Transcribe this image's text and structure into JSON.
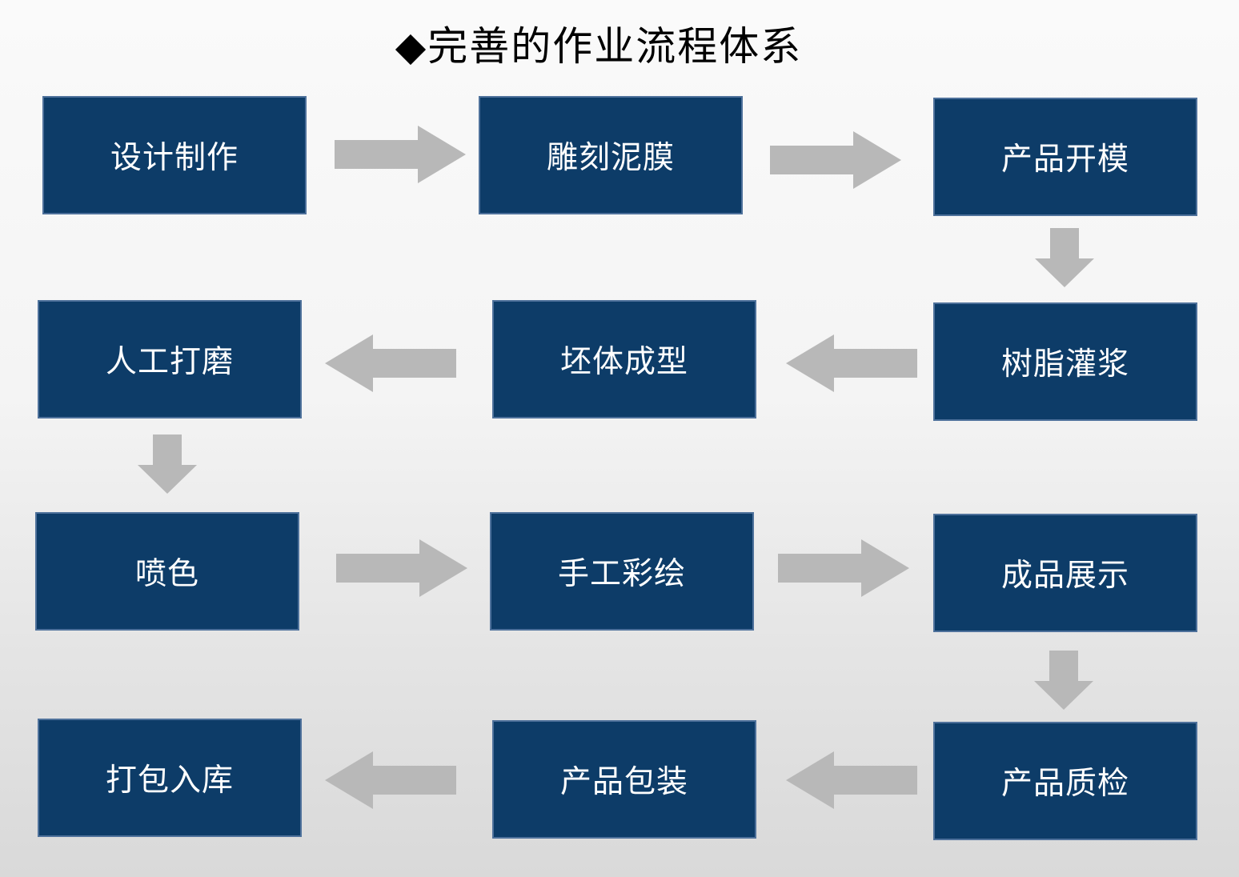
{
  "title": "◆完善的作业流程体系",
  "boxes": [
    "设计制作",
    "雕刻泥膜",
    "产品开模",
    "人工打磨",
    "坯体成型",
    "树脂灌浆",
    "喷色",
    "手工彩绘",
    "成品展示",
    "打包入库",
    "产品包装",
    "产品质检"
  ],
  "flow_sequence": [
    "设计制作",
    "雕刻泥膜",
    "产品开模",
    "树脂灌浆",
    "坯体成型",
    "人工打磨",
    "喷色",
    "手工彩绘",
    "成品展示",
    "产品质检",
    "产品包装",
    "打包入库"
  ],
  "connections": [
    {
      "from": "设计制作",
      "to": "雕刻泥膜",
      "direction": "right"
    },
    {
      "from": "雕刻泥膜",
      "to": "产品开模",
      "direction": "right"
    },
    {
      "from": "产品开模",
      "to": "树脂灌浆",
      "direction": "down"
    },
    {
      "from": "树脂灌浆",
      "to": "坯体成型",
      "direction": "left"
    },
    {
      "from": "坯体成型",
      "to": "人工打磨",
      "direction": "left"
    },
    {
      "from": "人工打磨",
      "to": "喷色",
      "direction": "down"
    },
    {
      "from": "喷色",
      "to": "手工彩绘",
      "direction": "right"
    },
    {
      "from": "手工彩绘",
      "to": "成品展示",
      "direction": "right"
    },
    {
      "from": "成品展示",
      "to": "产品质检",
      "direction": "down"
    },
    {
      "from": "产品质检",
      "to": "产品包装",
      "direction": "left"
    },
    {
      "from": "产品包装",
      "to": "打包入库",
      "direction": "left"
    }
  ],
  "colors": {
    "box_fill": "#0d3c68",
    "box_border": "#4e719b",
    "box_text": "#ffffff",
    "arrow": "#b8b8b8",
    "title_text": "#000000",
    "background_top": "#fafafa",
    "background_bottom": "#d9d9d9"
  }
}
